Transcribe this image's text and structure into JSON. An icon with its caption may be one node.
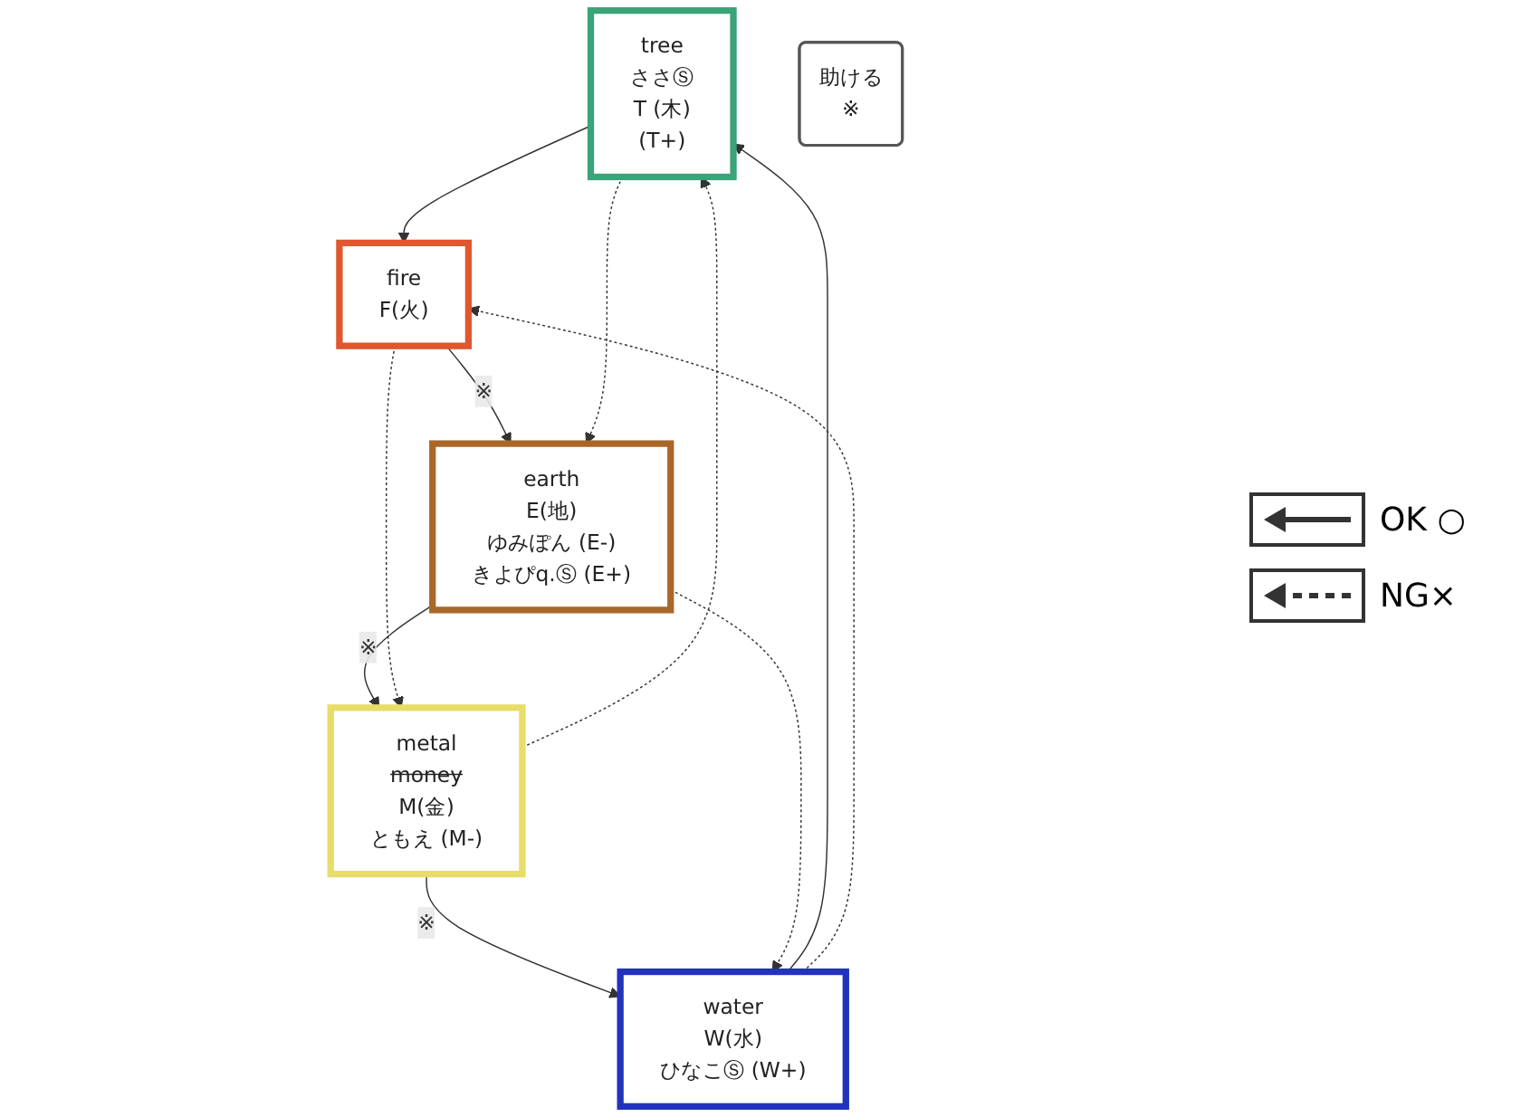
{
  "diagram": {
    "nodes": [
      {
        "text": [
          "tree",
          "ささⓈ",
          "T (木)",
          "(T+)"
        ]
      },
      {
        "text": [
          "助ける",
          "※"
        ]
      },
      {
        "text": [
          "water",
          "W(水)",
          "ひなこⓈ (W+)"
        ]
      },
      {
        "text": [
          "fire",
          "F(火)"
        ]
      },
      {
        "text": [
          "metal",
          "money",
          "M(金)",
          "ともえ (M-)"
        ]
      },
      {
        "text": [
          "earth",
          "E(地)",
          "ゆみぽん (E-)",
          "きよぴq.Ⓢ (E+)"
        ]
      }
    ],
    "edges": [
      {
        "from": 2,
        "to": 0,
        "arrow": "to"
      },
      {
        "from": 0,
        "to": 3,
        "arrow": "to"
      },
      {
        "from": 3,
        "to": 5,
        "arrow": "to",
        "label": "※"
      },
      {
        "from": 5,
        "to": 4,
        "arrow": "to",
        "label": "※"
      },
      {
        "from": 4,
        "to": 2,
        "arrow": "to",
        "label": "※"
      },
      {
        "from": 2,
        "to": 3,
        "arrow": "to",
        "style": "dashed"
      },
      {
        "from": 3,
        "to": 4,
        "arrow": "to",
        "style": "dashed"
      },
      {
        "from": 4,
        "to": 0,
        "arrow": "to",
        "style": "dashed"
      },
      {
        "from": 0,
        "to": 5,
        "arrow": "to",
        "style": "dashed"
      },
      {
        "from": 5,
        "to": 2,
        "arrow": "to",
        "style": "dashed"
      }
    ],
    "legend": [
      {
        "text": "OK ○"
      },
      {
        "text": "NG×"
      }
    ]
  }
}
